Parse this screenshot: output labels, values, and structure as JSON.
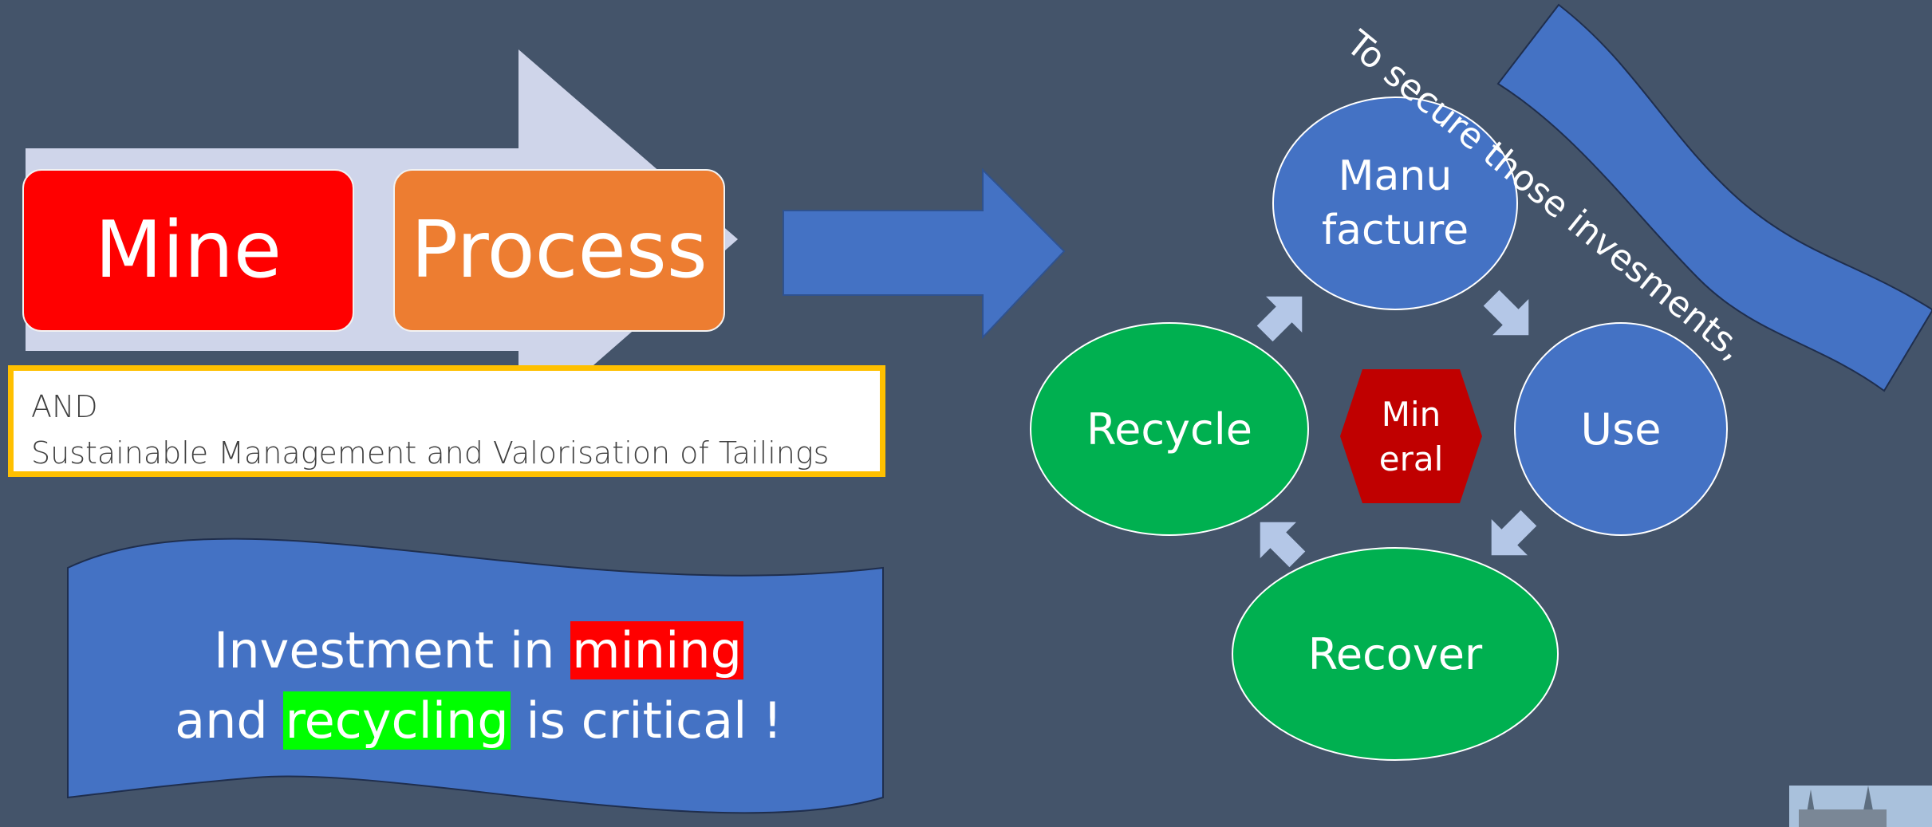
{
  "flow": {
    "mine_label": "Mine",
    "process_label": "Process"
  },
  "and_box": {
    "line1": "AND",
    "line2": "Sustainable Management and Valorisation of Tailings"
  },
  "banner": {
    "line1_prefix": "Investment in ",
    "line1_highlight": "mining",
    "line2_prefix": "and ",
    "line2_highlight": "recycling",
    "line2_suffix": " is critical !"
  },
  "cycle": {
    "manufacture_line1": "Manu",
    "manufacture_line2": "facture",
    "use": "Use",
    "recover": "Recover",
    "recycle": "Recycle",
    "center_line1": "Min",
    "center_line2": "eral"
  },
  "ribbon": {
    "text": "To secure those invesments,"
  },
  "colors": {
    "background": "#44546a",
    "mine": "#ff0000",
    "process": "#ed7d31",
    "blue": "#4472c4",
    "green": "#00b050",
    "center": "#c00000",
    "light_arrow": "#cfd5ea",
    "gold_border": "#ffc000"
  }
}
